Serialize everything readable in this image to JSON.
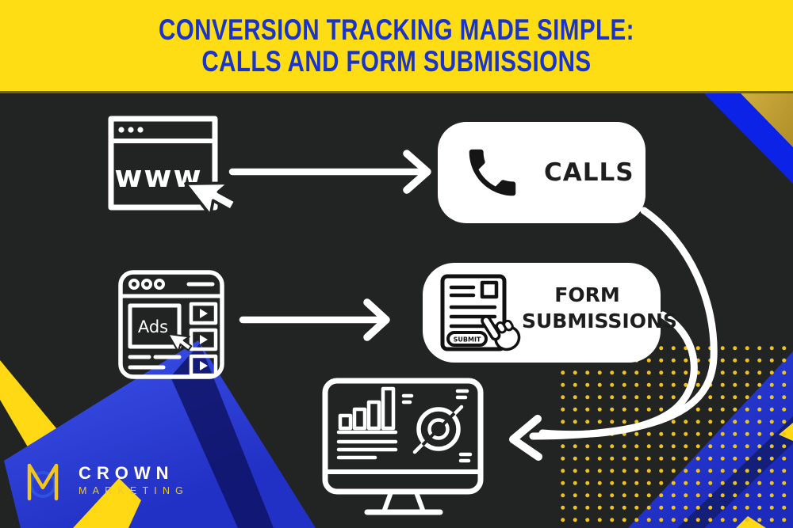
{
  "header": {
    "title_line1": "CONVERSION TRACKING MADE SIMPLE:",
    "title_line2": "CALLS AND FORM SUBMISSIONS"
  },
  "flow": {
    "website_label": "www",
    "calls_label": "CALLS",
    "ads_label": "Ads",
    "form_label_line1": "FORM",
    "form_label_line2": "SUBMISSIONS",
    "submit_label": "SUBMIT"
  },
  "logo": {
    "name": "CROWN",
    "subtitle": "MARKETING"
  },
  "colors": {
    "header_bg": "#FFDD15",
    "title_text": "#1A34C9",
    "background": "#212422",
    "accent_blue": "#2A3BD6",
    "accent_navy": "#141F7A",
    "accent_gold": "#C9A32E",
    "box_bg": "#FFFFFF",
    "icon_stroke": "#FFFFFF",
    "dot_yellow": "#EEC31D"
  }
}
